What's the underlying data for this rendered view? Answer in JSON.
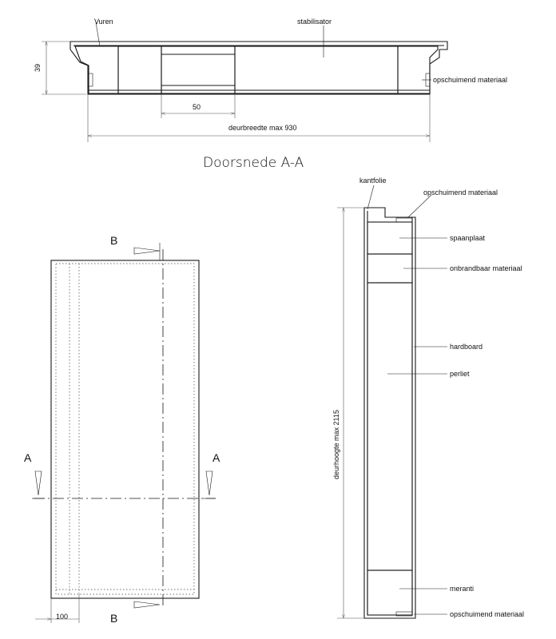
{
  "section_title": "Doorsnede A-A",
  "top_section": {
    "label_left": "Vuren",
    "label_center": "stabilisator",
    "label_right": "opschuimend materiaal",
    "dim_thickness": "39",
    "dim_span": "50",
    "dim_width": "deurbreedte max 930"
  },
  "elevation": {
    "marker_a": "A",
    "marker_b": "B",
    "dim_edge": "100"
  },
  "side_section": {
    "labels": {
      "kantfolie": "kantfolie",
      "opschuimend_top": "opschuimend materiaal",
      "spaanplaat": "spaanplaat",
      "onbrandbaar": "onbrandbaar materiaal",
      "hardboard": "hardboard",
      "perliet": "perliet",
      "meranti": "meranti",
      "opschuimend_bottom": "opschuimend materiaal"
    },
    "dim_height": "deurhoogte max 2115"
  }
}
